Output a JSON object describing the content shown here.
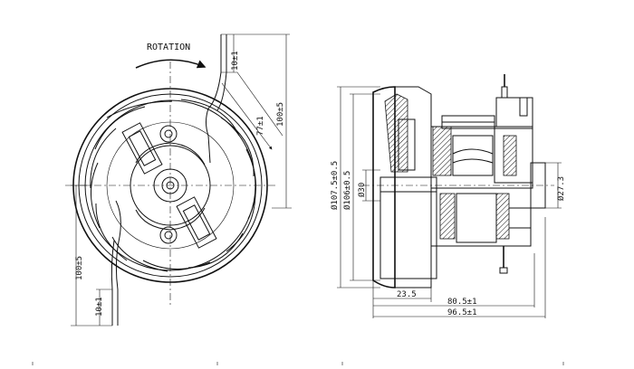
{
  "front_view": {
    "rotation_label": "ROTATION",
    "dims": {
      "top_lead": "10±1",
      "r77": "77±1",
      "right_100": "100±5",
      "left_100": "100±5",
      "bottom_lead": "10±1"
    }
  },
  "side_view": {
    "dims": {
      "d107": "Ø107.5±0.5",
      "d106": "Ø106±0.5",
      "d30": "Ø30",
      "d27": "Ø27.3",
      "l23": "23.5",
      "l80": "80.5±1",
      "l96": "96.5±1"
    }
  }
}
